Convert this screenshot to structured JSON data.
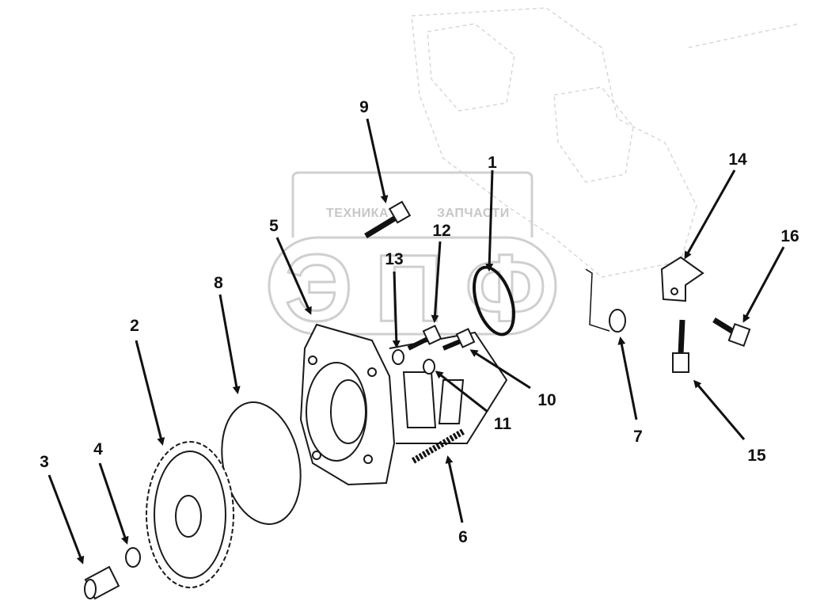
{
  "watermark": {
    "line1_left": "ТЕХНИКА",
    "line1_right": "ЗАПЧАСТИ",
    "logo_letters": "ЭПФ"
  },
  "callouts": {
    "c1": "1",
    "c2": "2",
    "c3": "3",
    "c4": "4",
    "c5": "5",
    "c6": "6",
    "c7": "7",
    "c8": "8",
    "c9": "9",
    "c10": "10",
    "c11": "11",
    "c12": "12",
    "c13": "13",
    "c14": "14",
    "c15": "15",
    "c16": "16"
  },
  "colors": {
    "ink": "#111111",
    "watermark": "#c7c7c7"
  }
}
